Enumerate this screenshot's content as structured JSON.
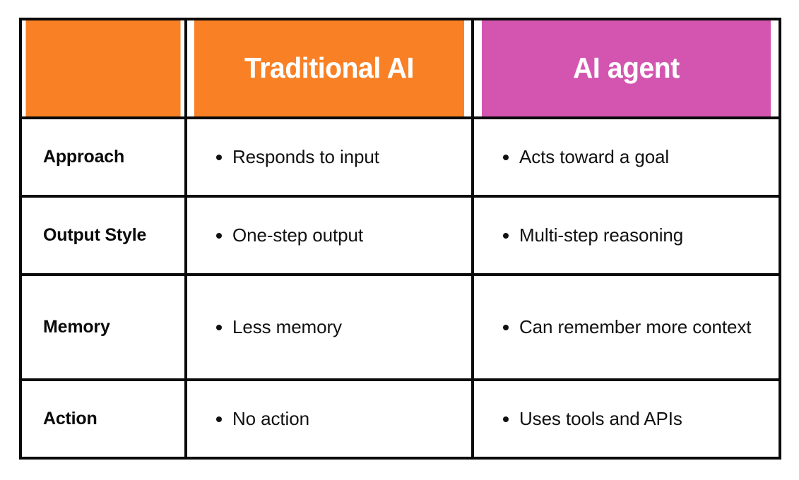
{
  "table": {
    "columns": [
      {
        "key": "attribute",
        "label": "",
        "header_bg": "#f98025",
        "header_text": "#ffffff"
      },
      {
        "key": "traditional_ai",
        "label": "Traditional AI",
        "header_bg": "#f98025",
        "header_text": "#ffffff"
      },
      {
        "key": "ai_agent",
        "label": "AI agent",
        "header_bg": "#d355b0",
        "header_text": "#ffffff"
      }
    ],
    "rows": [
      {
        "attribute": "Approach",
        "traditional_ai": [
          "Responds to input"
        ],
        "ai_agent": [
          "Acts toward a goal"
        ]
      },
      {
        "attribute": "Output Style",
        "traditional_ai": [
          "One-step output"
        ],
        "ai_agent": [
          "Multi-step reasoning"
        ]
      },
      {
        "attribute": "Memory",
        "traditional_ai": [
          "Less memory"
        ],
        "ai_agent": [
          "Can remember more context"
        ]
      },
      {
        "attribute": "Action",
        "traditional_ai": [
          "No action"
        ],
        "ai_agent": [
          "Uses tools and APIs"
        ]
      }
    ]
  },
  "style": {
    "border_color": "#0a0a0a",
    "background": "#ffffff",
    "body_text_color": "#111111",
    "accent_orange": "#f98025",
    "accent_magenta": "#d355b0",
    "bullet_glyph": "bullet-dot"
  }
}
